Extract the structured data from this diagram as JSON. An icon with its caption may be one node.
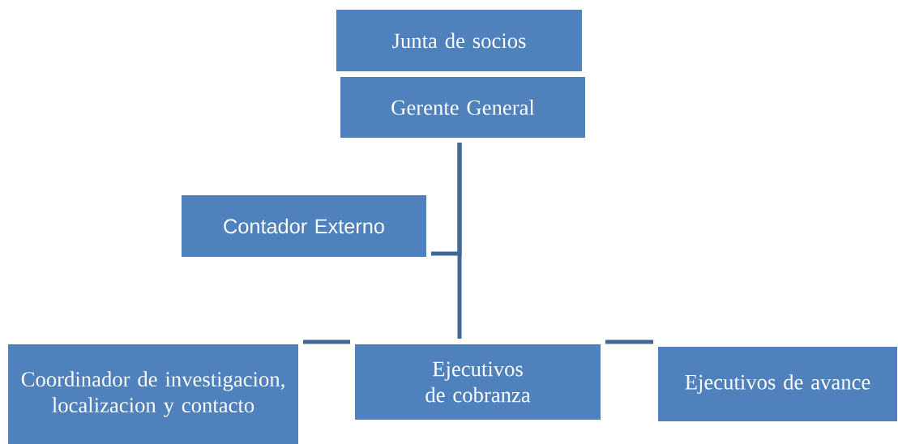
{
  "diagram": {
    "nodes": [
      {
        "text": [
          "Junta de socios"
        ]
      },
      {
        "text": [
          "Gerente General"
        ]
      },
      {
        "text": [
          "Contador Externo"
        ]
      },
      {
        "text": [
          "Coordinador de investigacion, localizacion y contacto"
        ]
      },
      {
        "text": [
          "Ejecutivos de cobranza"
        ]
      },
      {
        "text": [
          "Ejecutivos de avance"
        ]
      }
    ],
    "edges": [
      {
        "from": 1,
        "to": 4,
        "arrow": "none"
      },
      {
        "from": 2,
        "to": 1,
        "arrow": "none"
      },
      {
        "from": 3,
        "to": 4,
        "arrow": "none"
      },
      {
        "from": 4,
        "to": 5,
        "arrow": "none"
      }
    ]
  }
}
